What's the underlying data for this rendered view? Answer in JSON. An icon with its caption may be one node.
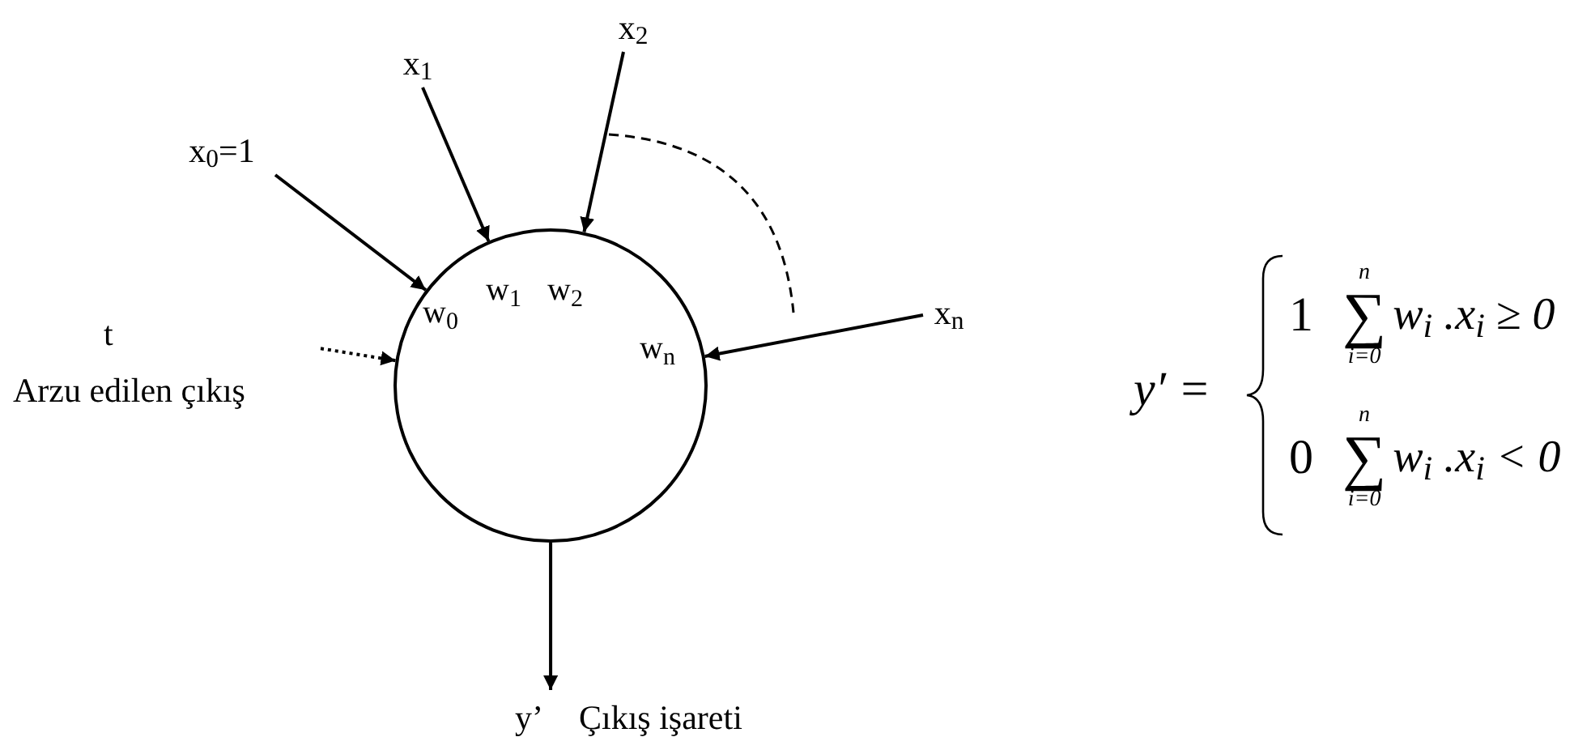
{
  "diagram": {
    "nodes": [
      {
        "text": [
          "w$_{0}$",
          "w$_{1}$",
          "w$_{2}$",
          "w$_{n}$"
        ]
      },
      {
        "text": [
          "x$_{0}$=1"
        ]
      },
      {
        "text": [
          "x$_{1}$"
        ]
      },
      {
        "text": [
          "x$_{2}$"
        ]
      },
      {
        "text": [
          "x$_{n}$"
        ]
      },
      {
        "text": [
          "t",
          "Arzu edilen çıkış"
        ]
      },
      {
        "text": [
          "y’",
          "Çıkış işareti"
        ]
      }
    ],
    "edges": [
      {
        "from": 1,
        "to": 0,
        "arrow": "to"
      },
      {
        "from": 2,
        "to": 0,
        "arrow": "to"
      },
      {
        "from": 3,
        "to": 0,
        "arrow": "to"
      },
      {
        "from": 4,
        "to": 0,
        "arrow": "to"
      },
      {
        "from": 5,
        "to": 0,
        "arrow": "to",
        "style": "dashed"
      },
      {
        "from": 0,
        "to": 6,
        "arrow": "to"
      }
    ],
    "labels": [
      "y′ =",
      "1",
      "n",
      "∑",
      "i=0",
      "w$_{i}$ .x$_{i}$ ≥ 0",
      "0",
      "n",
      "∑",
      "i=0",
      "w$_{i}$ .x$_{i}$ < 0"
    ]
  }
}
